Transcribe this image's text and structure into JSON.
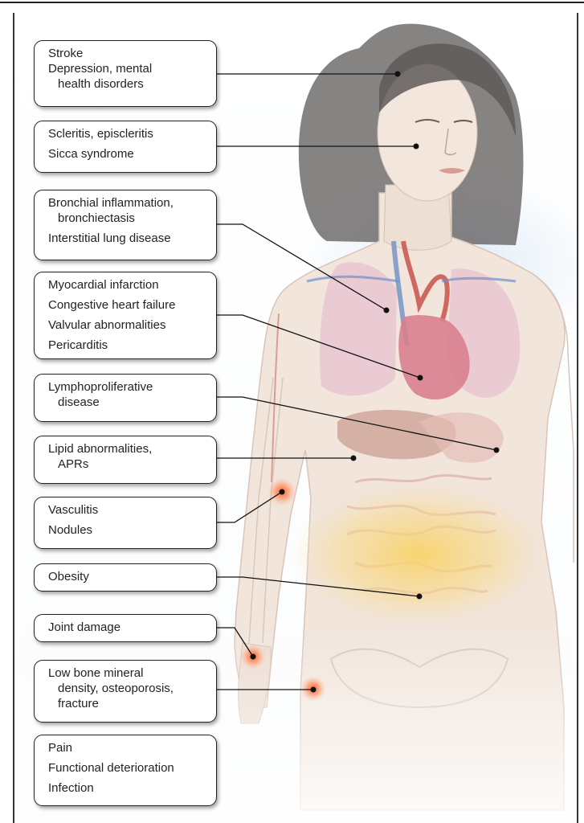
{
  "callouts": [
    {
      "id": "stroke",
      "lines": [
        {
          "text": "Stroke"
        },
        {
          "text": "Depression, mental"
        },
        {
          "text": "health disorders",
          "indent": true
        }
      ]
    },
    {
      "id": "eye",
      "lines": [
        {
          "text": "Scleritis, episcleritis"
        },
        {
          "text": "Sicca syndrome",
          "gap": true
        }
      ]
    },
    {
      "id": "lung",
      "lines": [
        {
          "text": "Bronchial inflammation,"
        },
        {
          "text": "bronchiectasis",
          "indent": true
        },
        {
          "text": "Interstitial lung disease",
          "gap": true
        }
      ]
    },
    {
      "id": "heart",
      "lines": [
        {
          "text": "Myocardial infarction"
        },
        {
          "text": "Congestive heart failure",
          "gap": true
        },
        {
          "text": "Valvular abnormalities",
          "gap": true
        },
        {
          "text": "Pericarditis",
          "gap": true
        }
      ]
    },
    {
      "id": "lymph",
      "lines": [
        {
          "text": "Lymphoproliferative"
        },
        {
          "text": "disease",
          "indent": true
        }
      ]
    },
    {
      "id": "lipid",
      "lines": [
        {
          "text": "Lipid abnormalities,"
        },
        {
          "text": "APRs",
          "indent": true
        }
      ]
    },
    {
      "id": "vasculitis",
      "lines": [
        {
          "text": "Vasculitis"
        },
        {
          "text": "Nodules",
          "gap": true
        }
      ]
    },
    {
      "id": "obesity",
      "lines": [
        {
          "text": "Obesity"
        }
      ]
    },
    {
      "id": "joint",
      "lines": [
        {
          "text": "Joint damage"
        }
      ]
    },
    {
      "id": "bone",
      "lines": [
        {
          "text": "Low bone mineral"
        },
        {
          "text": "density, osteoporosis,",
          "indent": true
        },
        {
          "text": "fracture",
          "indent": true
        }
      ]
    },
    {
      "id": "pain",
      "lines": [
        {
          "text": "Pain"
        },
        {
          "text": "Functional deterioration",
          "gap": true
        },
        {
          "text": "Infection",
          "gap": true
        }
      ]
    }
  ],
  "colors": {
    "skin": "#f1e5dc",
    "hair": "#5e5a59",
    "lung": "#e9c7d1",
    "heart": "#d9808f",
    "vessel_red": "#c9544a",
    "vessel_blue": "#6f8fc7",
    "liver": "#c99a8b",
    "inflammation": "#ff6a3a",
    "obesity_glow": "#f8d36a"
  }
}
